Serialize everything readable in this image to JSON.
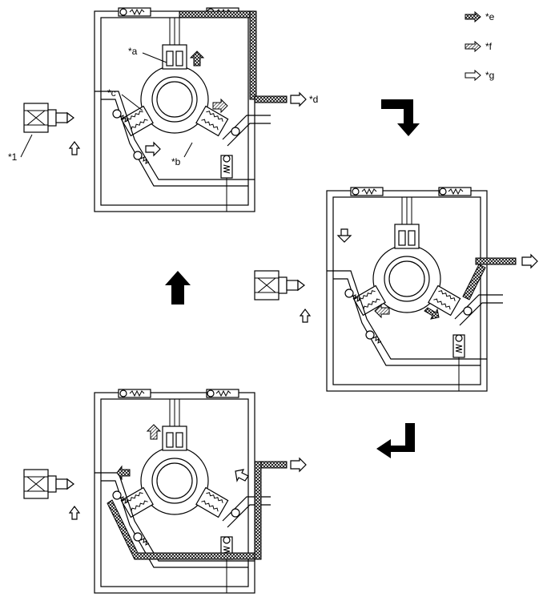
{
  "legend": {
    "items": [
      {
        "marker": "*e",
        "pattern": "cross-hatch"
      },
      {
        "marker": "*f",
        "pattern": "diagonal-stripe"
      },
      {
        "marker": "*g",
        "pattern": "white"
      }
    ]
  },
  "callouts": {
    "a": "*a",
    "b": "*b",
    "c": "*c",
    "d": "*d",
    "one": "*1"
  },
  "colors": {
    "line": "#000000",
    "fill": "#ffffff",
    "arrow": "#000000"
  }
}
